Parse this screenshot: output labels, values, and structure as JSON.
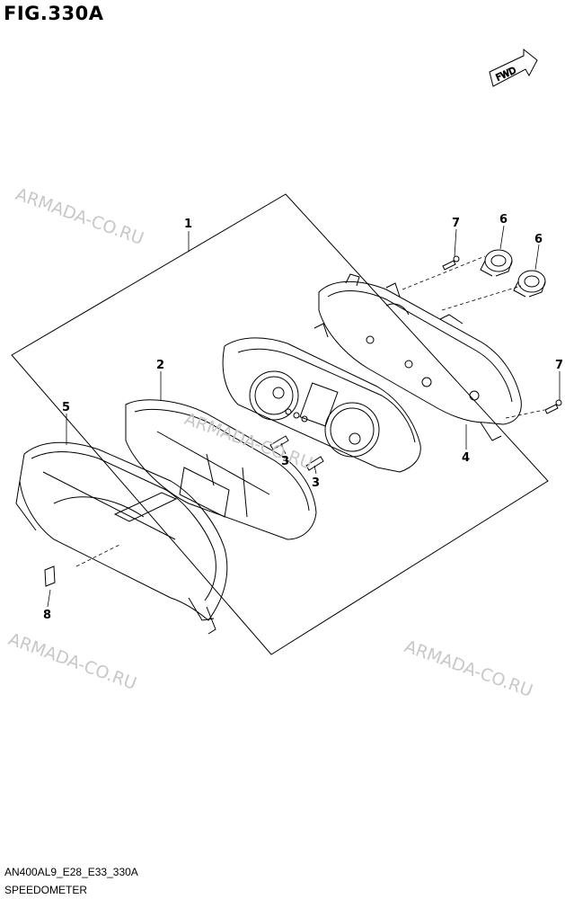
{
  "figure": {
    "title": "FIG.330A",
    "code": "AN400AL9_E28_E33_330A",
    "caption": "SPEEDOMETER"
  },
  "direction_arrow": {
    "label": "FWD"
  },
  "watermark": {
    "text": "ARMADA-CO.RU"
  },
  "callouts": [
    "1",
    "2",
    "3",
    "3",
    "4",
    "5",
    "6",
    "6",
    "7",
    "7",
    "8"
  ]
}
